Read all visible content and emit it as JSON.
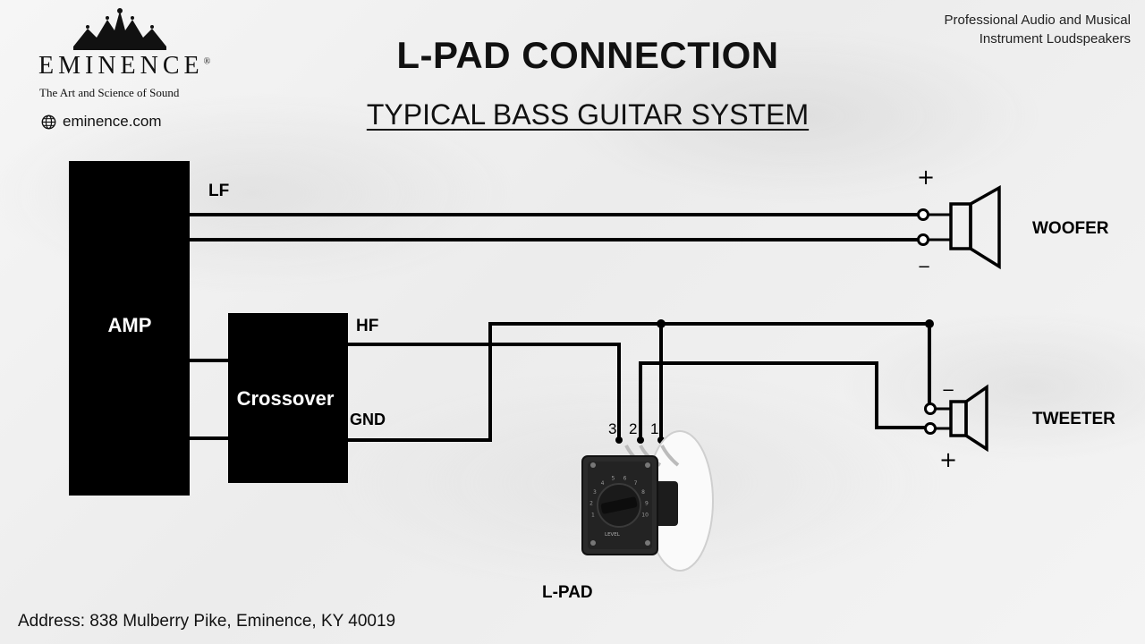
{
  "header": {
    "tagline_line1": "Professional Audio and Musical",
    "tagline_line2": "Instrument Loudspeakers",
    "title": "L-PAD CONNECTION",
    "subtitle": "TYPICAL BASS GUITAR SYSTEM"
  },
  "brand": {
    "name": "EMINENCE",
    "registered": "®",
    "tagline": "The Art and Science of Sound",
    "website": "eminence.com"
  },
  "diagram": {
    "amp_label": "AMP",
    "crossover_label": "Crossover",
    "lf_label": "LF",
    "hf_label": "HF",
    "gnd_label": "GND",
    "woofer_label": "WOOFER",
    "tweeter_label": "TWEETER",
    "lpad_label": "L-PAD",
    "terminal_3": "3",
    "terminal_2": "2",
    "terminal_1": "1",
    "plus": "+",
    "minus": "−",
    "dial_text": "LEVEL",
    "dial_numbers": [
      "1",
      "2",
      "3",
      "4",
      "5",
      "6",
      "7",
      "8",
      "9",
      "10"
    ]
  },
  "footer": {
    "address": "Address: 838 Mulberry Pike, Eminence, KY 40019"
  }
}
